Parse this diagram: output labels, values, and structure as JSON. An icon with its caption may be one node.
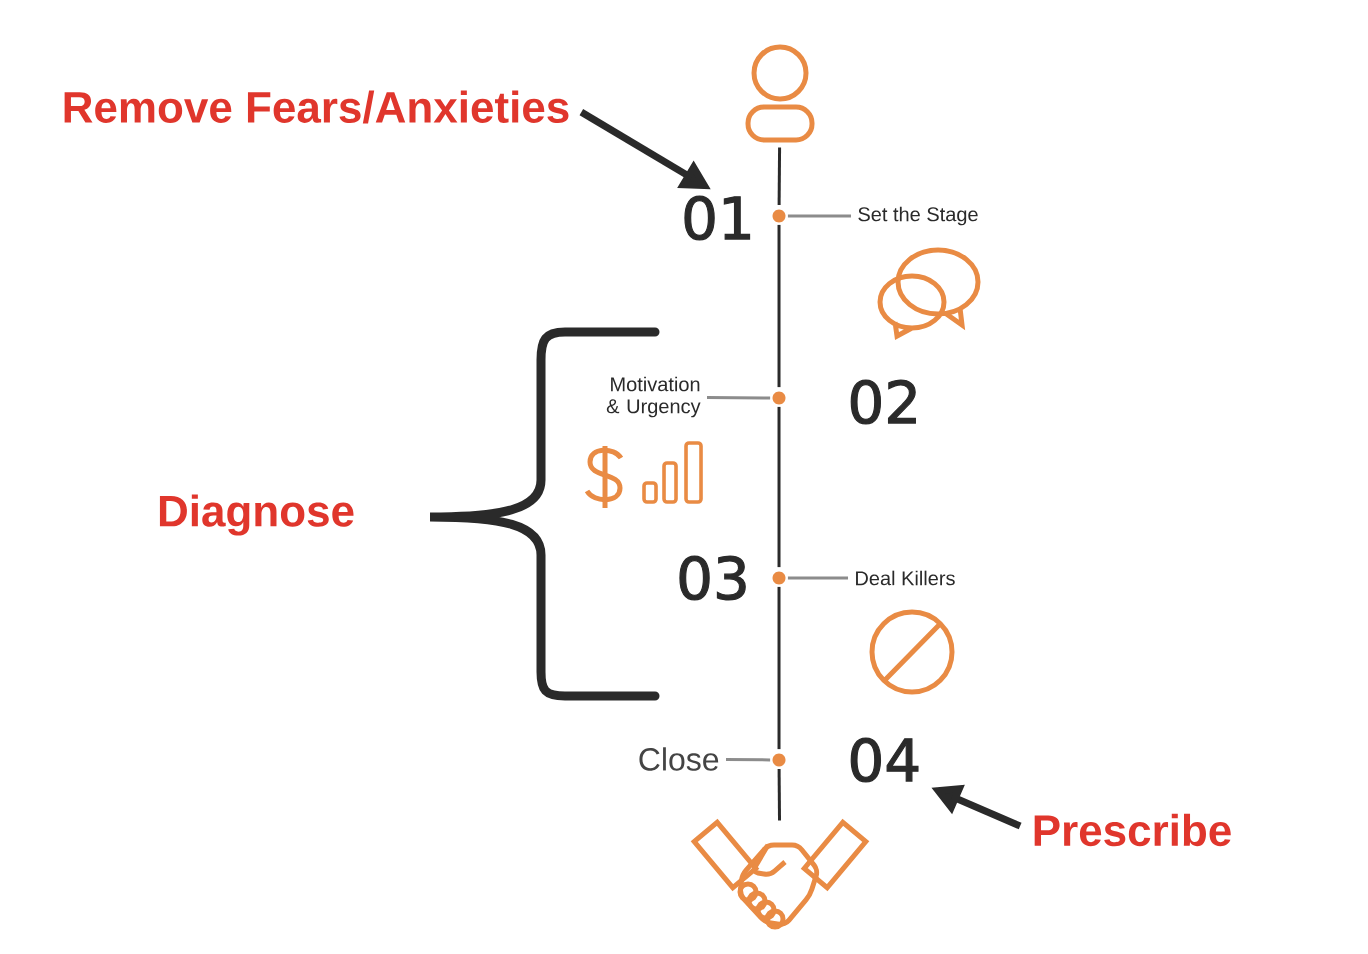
{
  "diagram": {
    "nodes": [
      {
        "text": [
          "Remove Fears/Anxieties"
        ]
      },
      {
        "text": [],
        "shape": "picture"
      },
      {
        "text": [
          "01"
        ]
      },
      {
        "text": [],
        "shape": "circle"
      },
      {
        "text": [
          "Set the Stage"
        ]
      },
      {
        "text": [
          "Motivation & Urgency"
        ]
      },
      {
        "text": [],
        "shape": "circle"
      },
      {
        "text": [],
        "shape": "circle"
      },
      {
        "text": [
          "Deal Killers"
        ]
      },
      {
        "text": [
          "Close"
        ]
      },
      {
        "text": [],
        "shape": "circle"
      },
      {
        "text": [
          "04"
        ]
      },
      {
        "text": [
          "Prescribe"
        ]
      },
      {
        "text": [],
        "shape": "picture"
      }
    ],
    "edges": [
      {
        "from": 0,
        "to": 2,
        "arrow": "to",
        "style": "thick"
      },
      {
        "from": 1,
        "to": 3,
        "arrow": "none"
      },
      {
        "from": 3,
        "to": 6,
        "arrow": "none"
      },
      {
        "from": 6,
        "to": 7,
        "arrow": "none"
      },
      {
        "from": 7,
        "to": 10,
        "arrow": "none"
      },
      {
        "from": 10,
        "to": 13,
        "arrow": "none"
      },
      {
        "from": 3,
        "to": 4,
        "arrow": "none",
        "color": "#8c8c8c"
      },
      {
        "from": 6,
        "to": 5,
        "arrow": "none",
        "color": "#8c8c8c"
      },
      {
        "from": 7,
        "to": 8,
        "arrow": "none",
        "color": "#8c8c8c"
      },
      {
        "from": 10,
        "to": 9,
        "arrow": "none",
        "color": "#8c8c8c"
      },
      {
        "from": 12,
        "to": 11,
        "arrow": "to",
        "style": "thick"
      }
    ],
    "labels": [
      "02",
      "Diagnose",
      "03"
    ]
  }
}
